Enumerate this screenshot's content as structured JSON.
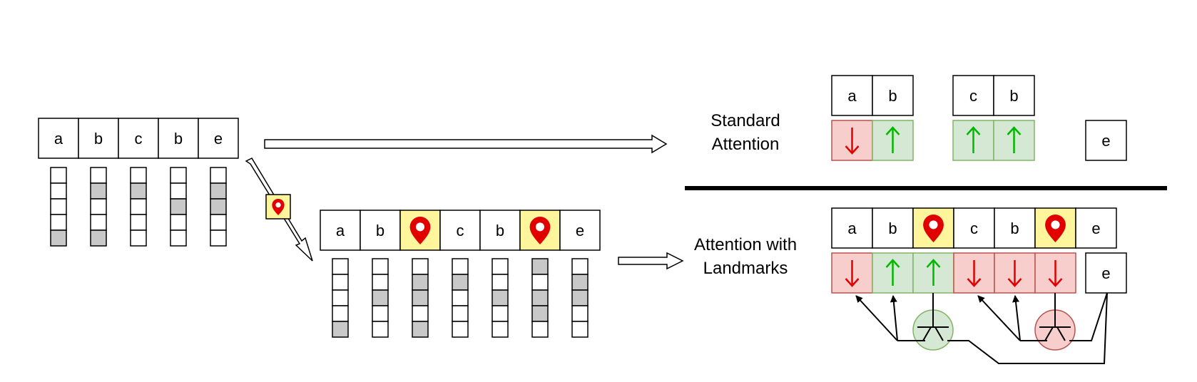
{
  "input_tokens": [
    "a",
    "b",
    "c",
    "b",
    "e"
  ],
  "inserted_tokens": [
    "a",
    "b",
    "[landmark]",
    "c",
    "b",
    "[landmark]",
    "e"
  ],
  "standard_attention": {
    "label_line1": "Standard",
    "label_line2": "Attention",
    "groups": [
      {
        "tokens": [
          "a",
          "b"
        ],
        "arrows": [
          "down",
          "up"
        ]
      },
      {
        "tokens": [
          "c",
          "b"
        ],
        "arrows": [
          "up",
          "up"
        ]
      }
    ],
    "query": "e"
  },
  "landmark_attention": {
    "label_line1": "Attention with",
    "label_line2": "Landmarks",
    "tokens": [
      "a",
      "b",
      "[landmark]",
      "c",
      "b",
      "[landmark]",
      "e"
    ],
    "arrows": [
      "down",
      "up",
      "up",
      "down",
      "down",
      "down"
    ],
    "query": "e",
    "gates": [
      "open",
      "closed"
    ]
  },
  "colors": {
    "landmark_bg": "#fff59d",
    "pin": "#e00000",
    "down_bg": "#f8cecc",
    "down_border": "#b85450",
    "down_arrow": "#e00000",
    "up_bg": "#d5e8d4",
    "up_border": "#82b366",
    "up_arrow": "#00b800",
    "cache_fill": "#c8c8c8"
  },
  "icons": [
    "map-pin-icon",
    "down-arrow-icon",
    "up-arrow-icon",
    "gate-icon"
  ]
}
